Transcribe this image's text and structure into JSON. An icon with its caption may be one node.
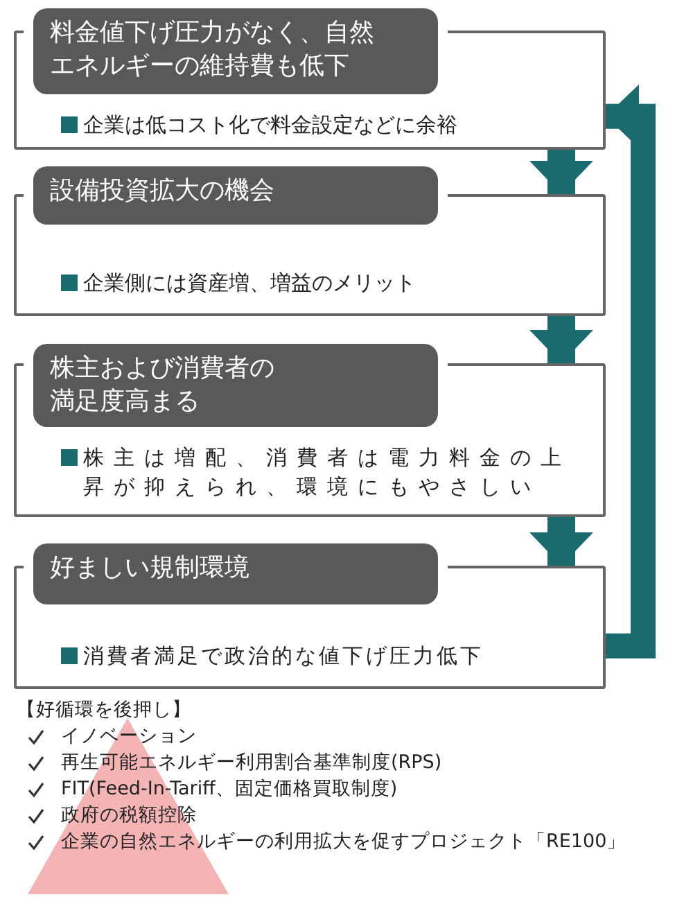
{
  "diagram": {
    "nodes": [
      {
        "text": [
          "企業は低コスト化で料金設定などに余裕"
        ]
      },
      {
        "text": [
          "料金値下げ圧力がなく、自然エネルギーの維持費も低下"
        ]
      },
      {
        "text": [
          "企業側には資産増、増益のメリット"
        ]
      },
      {
        "text": [
          "設備投資拡大の機会"
        ]
      },
      {
        "text": [
          "株主は増配、消費者は電力料金の上昇が抑えられ、環境にもやさしい"
        ]
      },
      {
        "text": [
          "株主および消費者の満足度高まる"
        ]
      },
      {
        "text": [
          "消費者満足で政治的な値下げ圧力低下"
        ]
      },
      {
        "text": [
          "好ましい規制環境"
        ]
      }
    ],
    "edges": [
      {
        "from": 0,
        "to": 2,
        "arrow": "to"
      },
      {
        "from": 2,
        "to": 4,
        "arrow": "to"
      },
      {
        "from": 4,
        "to": 6,
        "arrow": "to"
      },
      {
        "from": 6,
        "to": 0,
        "arrow": "to"
      }
    ],
    "labels": [
      "【好循環を後押し】",
      "イノベーション",
      "再生可能エネルギー利用割合基準制度(RPS)",
      "FIT(Feed-In-Tariff、固定価格買取制度)",
      "政府の税額控除",
      "企業の自然エネルギーの利用拡大を促すプロジェクト「RE100」"
    ]
  }
}
